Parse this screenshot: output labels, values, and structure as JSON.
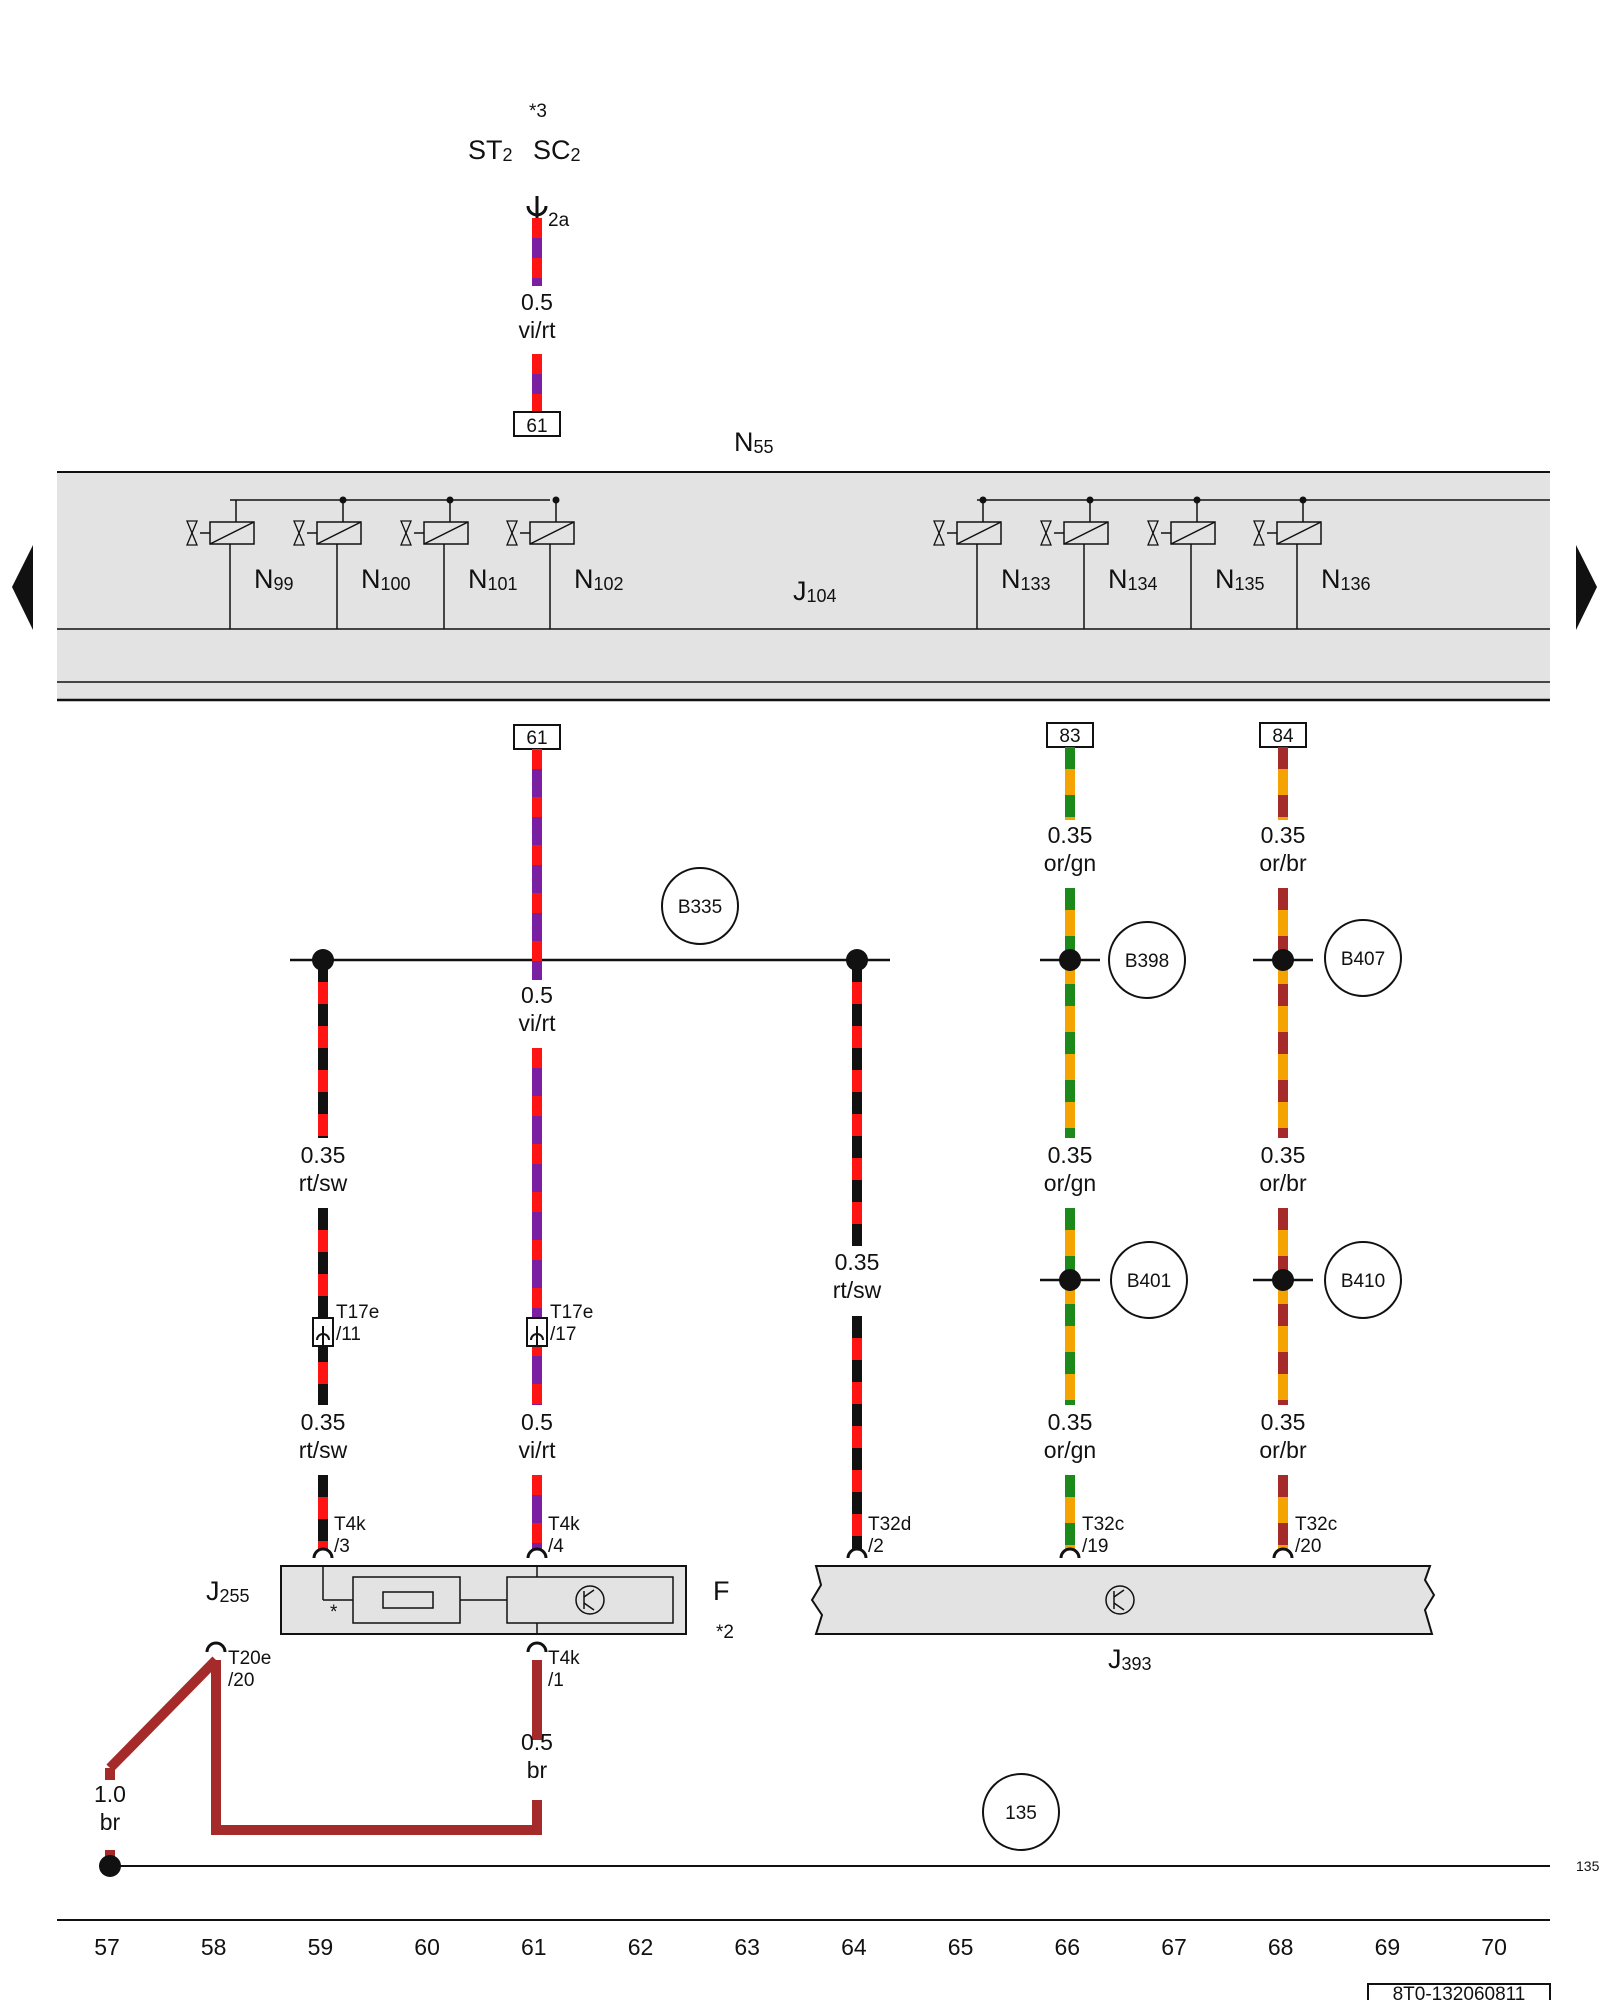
{
  "header": {
    "note": "*3",
    "st": "ST",
    "st_sub": "2",
    "sc": "SC",
    "sc_sub": "2",
    "pin": "2a"
  },
  "module": {
    "name": "N",
    "name_sub": "55",
    "ctrl": "J",
    "ctrl_sub": "104",
    "pin_top": "61",
    "pin_bottom": "61",
    "pin_83": "83",
    "pin_84": "84",
    "valves": [
      {
        "pre": "N",
        "sub": "99"
      },
      {
        "pre": "N",
        "sub": "100"
      },
      {
        "pre": "N",
        "sub": "101"
      },
      {
        "pre": "N",
        "sub": "102"
      },
      {
        "pre": "N",
        "sub": "133"
      },
      {
        "pre": "N",
        "sub": "134"
      },
      {
        "pre": "N",
        "sub": "135"
      },
      {
        "pre": "N",
        "sub": "136"
      }
    ]
  },
  "wires": {
    "w_top": [
      "0.5",
      "vi/rt"
    ],
    "w61_mid": [
      "0.5",
      "vi/rt"
    ],
    "w61_low": [
      "0.5",
      "vi/rt"
    ],
    "w59_mid": [
      "0.35",
      "rt/sw"
    ],
    "w59_low": [
      "0.35",
      "rt/sw"
    ],
    "w64": [
      "0.35",
      "rt/sw"
    ],
    "w66_a": [
      "0.35",
      "or/gn"
    ],
    "w66_b": [
      "0.35",
      "or/gn"
    ],
    "w66_c": [
      "0.35",
      "or/gn"
    ],
    "w68_a": [
      "0.35",
      "or/br"
    ],
    "w68_b": [
      "0.35",
      "or/br"
    ],
    "w68_c": [
      "0.35",
      "or/br"
    ],
    "w61_br": [
      "0.5",
      "br"
    ],
    "w57_br": [
      "1.0",
      "br"
    ]
  },
  "connectors": {
    "t17e_11": [
      "T17e",
      "/11"
    ],
    "t17e_17": [
      "T17e",
      "/17"
    ],
    "t4k_3": [
      "T4k",
      "/3"
    ],
    "t4k_4": [
      "T4k",
      "/4"
    ],
    "t4k_1": [
      "T4k",
      "/1"
    ],
    "t32d_2": [
      "T32d",
      "/2"
    ],
    "t32c_19": [
      "T32c",
      "/19"
    ],
    "t32c_20": [
      "T32c",
      "/20"
    ],
    "t20e_20": [
      "T20e",
      "/20"
    ]
  },
  "splices": {
    "b335": "B335",
    "b398": "B398",
    "b407": "B407",
    "b401": "B401",
    "b410": "B410",
    "g135": "135"
  },
  "components": {
    "j255": {
      "pre": "J",
      "sub": "255"
    },
    "f": "F",
    "f_note": "*2",
    "star": "*",
    "j393": {
      "pre": "J",
      "sub": "393"
    }
  },
  "ground_ref": "135",
  "columns": [
    "57",
    "58",
    "59",
    "60",
    "61",
    "62",
    "63",
    "64",
    "65",
    "66",
    "67",
    "68",
    "69",
    "70"
  ],
  "doc_id": "8T0-132060811",
  "colors": {
    "red": "#ff1414",
    "violet": "#7a1fa2",
    "black": "#111111",
    "orange": "#f5a300",
    "green": "#1b8a1b",
    "brown": "#a52a2a",
    "panel": "#e3e3e3"
  }
}
